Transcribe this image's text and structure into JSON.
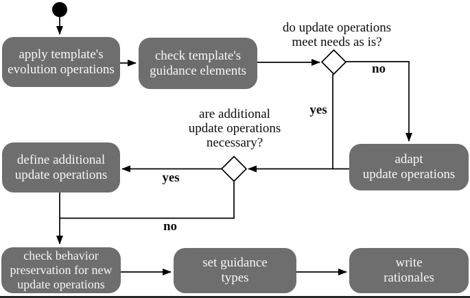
{
  "activity_diagram": {
    "title": "template update workflow activity diagram",
    "colors": {
      "activity_fill": "#6e6e6e",
      "activity_text": "#f7f7f7",
      "edge": "#000000",
      "decision_fill": "#ffffff"
    },
    "start_node": "initial-node",
    "activities": {
      "apply": {
        "line1": "apply template's",
        "line2": "evolution operations"
      },
      "check_guidance": {
        "line1": "check template's",
        "line2": "guidance elements"
      },
      "adapt": {
        "line1": "adapt",
        "line2": "update operations"
      },
      "define": {
        "line1": "define additional",
        "line2": "update operations"
      },
      "check_behavior": {
        "line1": "check behavior",
        "line2": "preservation for new",
        "line3": "update operations"
      },
      "set_types": {
        "line1": "set guidance",
        "line2": "types"
      },
      "write_rationales": {
        "line1": "write",
        "line2": "rationales"
      }
    },
    "decisions": {
      "meet_needs": {
        "q_line1": "do update operations",
        "q_line2": "meet needs as is?",
        "yes": "yes",
        "no": "no"
      },
      "additional_ops": {
        "q_line1": "are additional",
        "q_line2": "update operations",
        "q_line3": "necessary?",
        "yes": "yes",
        "no": "no"
      }
    }
  }
}
